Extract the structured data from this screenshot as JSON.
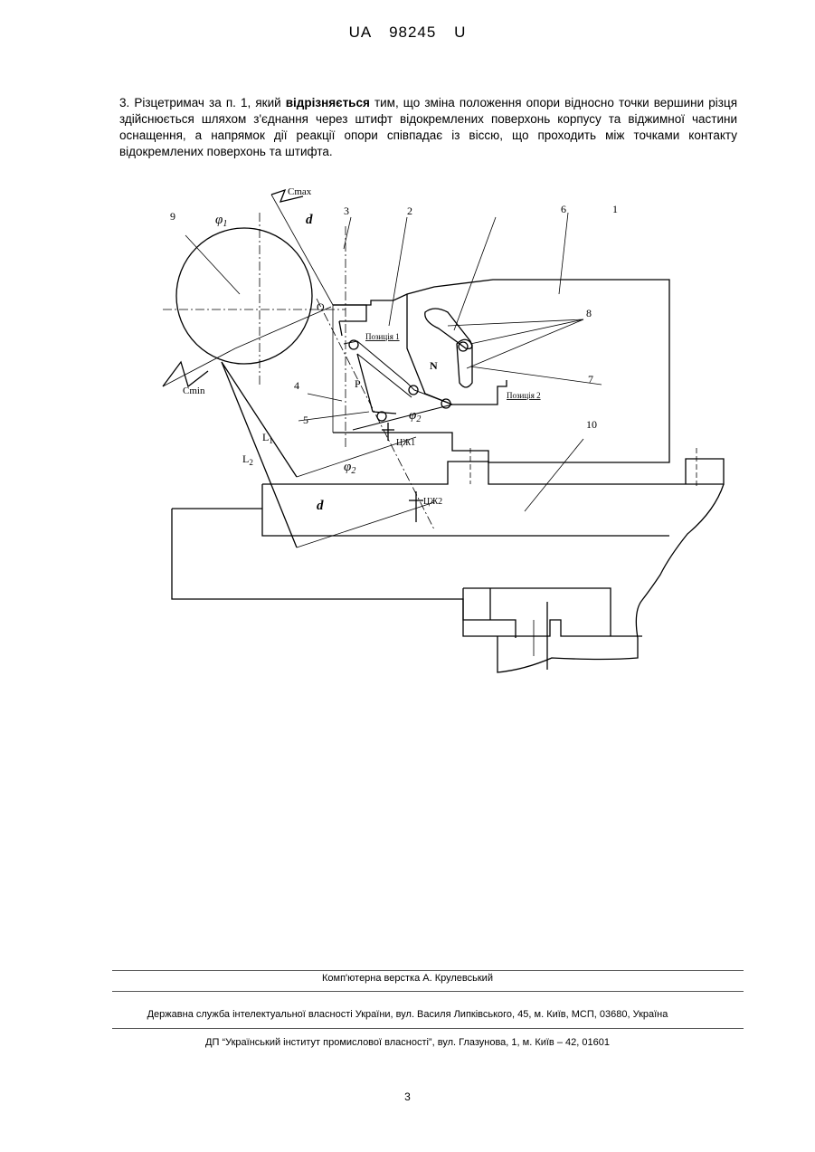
{
  "header": {
    "country": "UA",
    "number": "98245",
    "kind": "U"
  },
  "claim": {
    "prefix": "3. Різцетримач за п. 1, який ",
    "bold": "відрізняється",
    "suffix": " тим, що зміна положення опори відносно точки вершини різця здійснюється шляхом з'єднання через штифт відокремлених поверхонь корпусу та віджимної частини оснащення, а напрямок дії реакції опори співпадає із віссю, що проходить між точками контакту відокремлених поверхонь та штифта."
  },
  "figure": {
    "labels": {
      "n9": "9",
      "n3": "3",
      "n2": "2",
      "n6": "6",
      "n1": "1",
      "n8": "8",
      "n7": "7",
      "n4": "4",
      "n5": "5",
      "n10": "10",
      "cmax": "Cmax",
      "cmin": "Cmin",
      "phi": "φ",
      "sub1": "1",
      "sub2": "2",
      "d": "d",
      "O": "O",
      "N": "N",
      "P": "P",
      "L": "L",
      "pos1": "Позиція 1",
      "pos2": "Позиція 2",
      "cg1": "ЦЖ1",
      "cg2": "ЦЖ2"
    }
  },
  "footer": {
    "layout": "Комп'ютерна верстка А. Крулевський",
    "office": "Державна служба інтелектуальної власності України, вул. Василя Липківського, 45, м. Київ, МСП, 03680, Україна",
    "institute": "ДП “Український інститут промислової власності”, вул. Глазунова, 1, м. Київ – 42, 01601"
  },
  "page_number": "3"
}
